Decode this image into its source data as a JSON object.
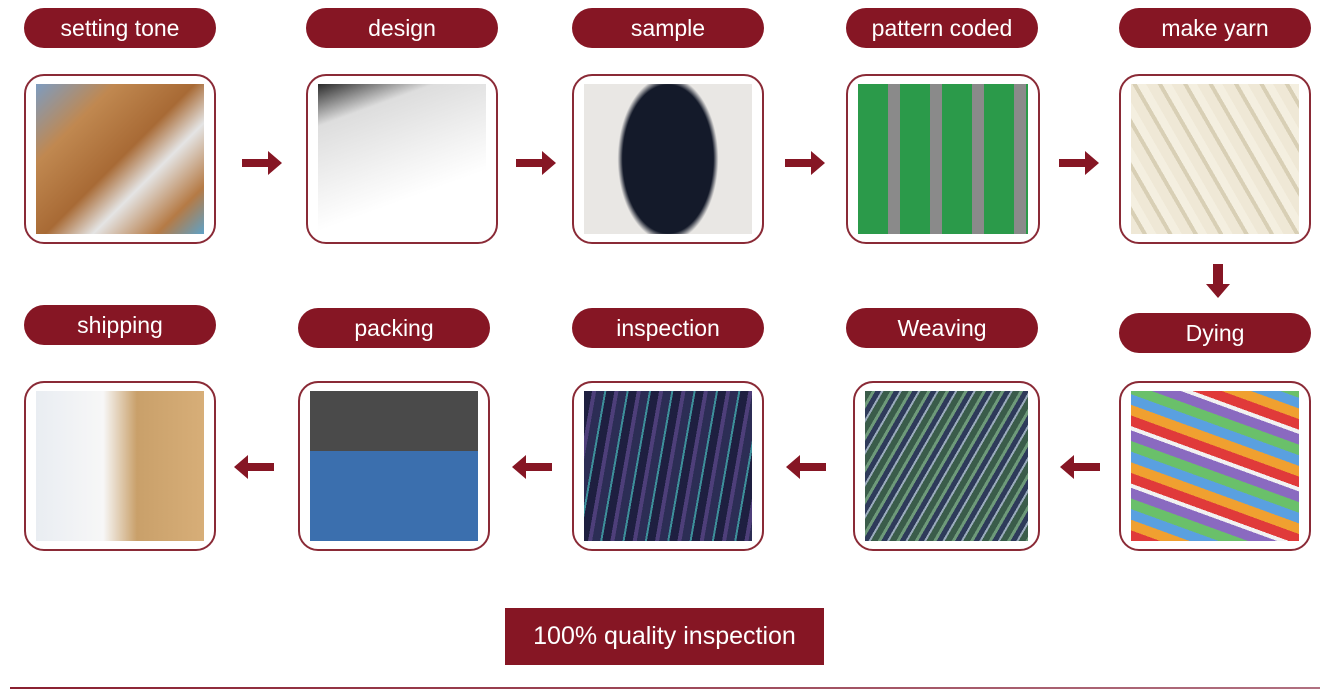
{
  "steps": [
    {
      "label": "setting tone",
      "icon": "office-desk-photo"
    },
    {
      "label": "design",
      "icon": "laptop-color-swatches-photo"
    },
    {
      "label": "sample",
      "icon": "scarf-photo"
    },
    {
      "label": "pattern coded",
      "icon": "pattern-screen-photo"
    },
    {
      "label": "make yarn",
      "icon": "yarn-photo"
    },
    {
      "label": "Dying",
      "icon": "color-fan-photo"
    },
    {
      "label": "Weaving",
      "icon": "loom-photo"
    },
    {
      "label": "inspection",
      "icon": "inspection-photo"
    },
    {
      "label": "packing",
      "icon": "gift-box-photo"
    },
    {
      "label": "shipping",
      "icon": "delivery-man-photo"
    }
  ],
  "footer": {
    "quality_label": "100% quality inspection"
  },
  "colors": {
    "accent": "#861624",
    "frame": "#8a2a36"
  }
}
